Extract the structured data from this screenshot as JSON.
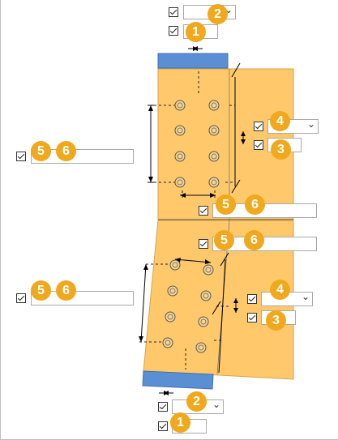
{
  "colors": {
    "plate": "#ffc96b",
    "plate_edge": "#d6a24a",
    "beam": "#5b8fd4",
    "badge": "#f0a81c",
    "dim_line": "#000000"
  },
  "badges": {
    "one": "1",
    "two": "2",
    "three": "3",
    "four": "4",
    "five": "5",
    "six": "6"
  },
  "controls": [
    {
      "id": "top-dropdown-2",
      "type": "dropdown",
      "checked": true,
      "badges": [
        "two"
      ]
    },
    {
      "id": "top-field-1",
      "type": "input",
      "checked": true,
      "badges": [
        "one"
      ]
    },
    {
      "id": "left-upper-field-5-6",
      "type": "input",
      "checked": true,
      "badges": [
        "five",
        "six"
      ]
    },
    {
      "id": "right-upper-dropdown-4",
      "type": "dropdown",
      "checked": true,
      "badges": [
        "four"
      ]
    },
    {
      "id": "right-upper-field-3",
      "type": "input",
      "checked": true,
      "badges": [
        "three"
      ]
    },
    {
      "id": "mid-field-5-6-a",
      "type": "input",
      "checked": true,
      "badges": [
        "five",
        "six"
      ]
    },
    {
      "id": "mid-field-5-6-b",
      "type": "input",
      "checked": true,
      "badges": [
        "five",
        "six"
      ]
    },
    {
      "id": "left-lower-field-5-6",
      "type": "input",
      "checked": true,
      "badges": [
        "five",
        "six"
      ]
    },
    {
      "id": "right-lower-dropdown-4",
      "type": "dropdown",
      "checked": true,
      "badges": [
        "four"
      ]
    },
    {
      "id": "right-lower-field-3",
      "type": "input",
      "checked": true,
      "badges": [
        "three"
      ]
    },
    {
      "id": "bottom-dropdown-2",
      "type": "dropdown",
      "checked": true,
      "badges": [
        "two"
      ]
    },
    {
      "id": "bottom-field-1",
      "type": "input",
      "checked": true,
      "badges": [
        "one"
      ]
    }
  ]
}
